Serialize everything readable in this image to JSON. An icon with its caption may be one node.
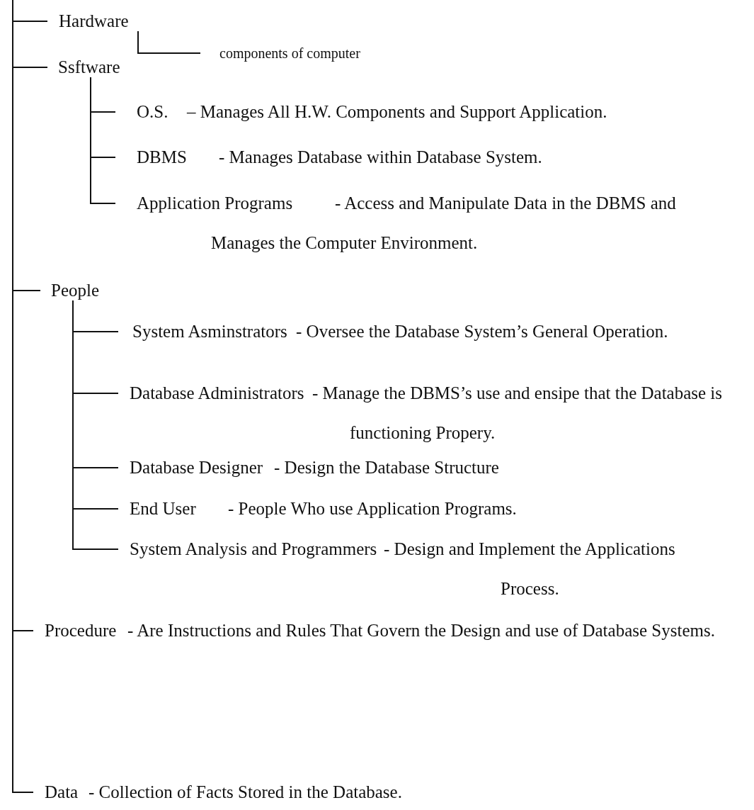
{
  "diagram": {
    "nodes": [
      {
        "text": [
          "Hardware"
        ]
      },
      {
        "text": [
          "components of computer"
        ]
      },
      {
        "text": [
          "Ssftware"
        ]
      },
      {
        "text": [
          "O.S."
        ],
        "beside": [
          "– Manages All H.W. Components and Support Application."
        ]
      },
      {
        "text": [
          "DBMS"
        ],
        "beside": [
          "- Manages Database within Database System."
        ]
      },
      {
        "text": [
          "Application Programs"
        ],
        "beside": [
          "- Access and Manipulate Data in the DBMS and Manages the Computer Environment."
        ]
      },
      {
        "text": [
          "People"
        ]
      },
      {
        "text": [
          "System Asminstrators"
        ],
        "beside": [
          "- Oversee the  Database System’s General Operation."
        ]
      },
      {
        "text": [
          "Database Administrators"
        ],
        "beside": [
          "- Manage the DBMS’s use and ensipe that the Database is functioning Propery."
        ]
      },
      {
        "text": [
          "Database Designer"
        ],
        "beside": [
          "- Design the Database Structure"
        ]
      },
      {
        "text": [
          "End User"
        ],
        "beside": [
          "- People Who use Application Programs."
        ]
      },
      {
        "text": [
          "System Analysis and Programmers"
        ],
        "beside": [
          "- Design and Implement the Applications Process."
        ]
      },
      {
        "text": [
          "Procedure"
        ],
        "beside": [
          "- Are Instructions and Rules That Govern the Design and  use of Database Systems."
        ]
      },
      {
        "text": [
          "Data"
        ],
        "beside": [
          "- Collection of Facts Stored in the Database."
        ]
      }
    ],
    "edges": [
      {
        "from": null,
        "to": 0,
        "arrow": "none"
      },
      {
        "from": 0,
        "to": 1,
        "arrow": "none"
      },
      {
        "from": null,
        "to": 2,
        "arrow": "none"
      },
      {
        "from": 2,
        "to": 3,
        "arrow": "none"
      },
      {
        "from": 2,
        "to": 4,
        "arrow": "none"
      },
      {
        "from": 2,
        "to": 5,
        "arrow": "none"
      },
      {
        "from": null,
        "to": 6,
        "arrow": "none"
      },
      {
        "from": 6,
        "to": 7,
        "arrow": "none"
      },
      {
        "from": 6,
        "to": 8,
        "arrow": "none"
      },
      {
        "from": 6,
        "to": 9,
        "arrow": "none"
      },
      {
        "from": 6,
        "to": 10,
        "arrow": "none"
      },
      {
        "from": 6,
        "to": 11,
        "arrow": "none"
      },
      {
        "from": null,
        "to": 12,
        "arrow": "none"
      },
      {
        "from": null,
        "to": 13,
        "arrow": "none"
      }
    ]
  }
}
